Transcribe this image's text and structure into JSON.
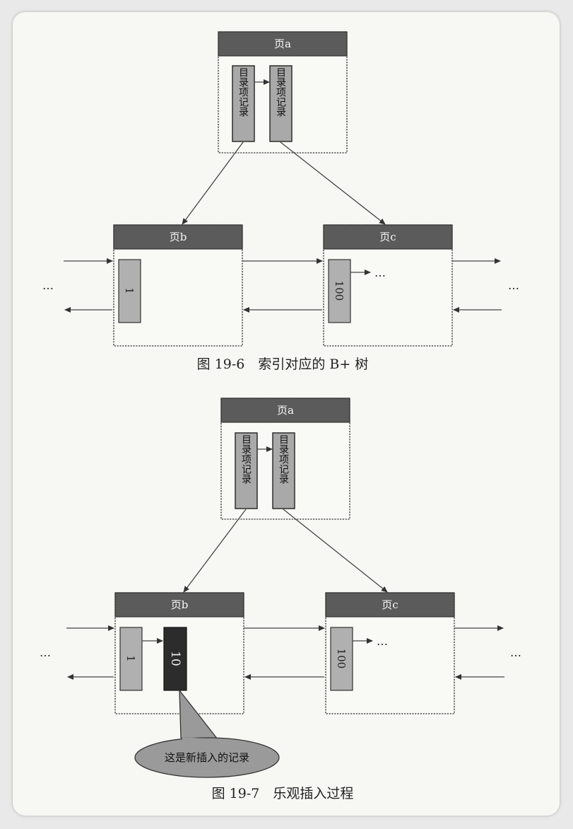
{
  "figure1": {
    "caption": "图 19-6　索引对应的 B+ 树",
    "root_page": {
      "title": "页a",
      "directory_records": [
        "目录项记录",
        "目录项记录"
      ]
    },
    "leaf_pages": [
      {
        "title": "页b",
        "records": [
          "1"
        ]
      },
      {
        "title": "页c",
        "records": [
          "100"
        ],
        "continuation": "…"
      }
    ],
    "outer_ellipsis": "…"
  },
  "figure2": {
    "caption": "图 19-7　乐观插入过程",
    "root_page": {
      "title": "页a",
      "directory_records": [
        "目录项记录",
        "目录项记录"
      ]
    },
    "leaf_pages": [
      {
        "title": "页b",
        "records": [
          "1"
        ],
        "new_record": "10"
      },
      {
        "title": "页c",
        "records": [
          "100"
        ],
        "continuation": "…"
      }
    ],
    "outer_ellipsis": "…",
    "callout": "这是新插入的记录"
  },
  "colors": {
    "page_header": "#5b5b5b",
    "page_title_text": "#fafafa",
    "record_fill": "#b0b0b0",
    "new_record_fill": "#2c2c2c",
    "callout_fill": "#9a9a9a",
    "card_background": "#f7f7f4"
  }
}
